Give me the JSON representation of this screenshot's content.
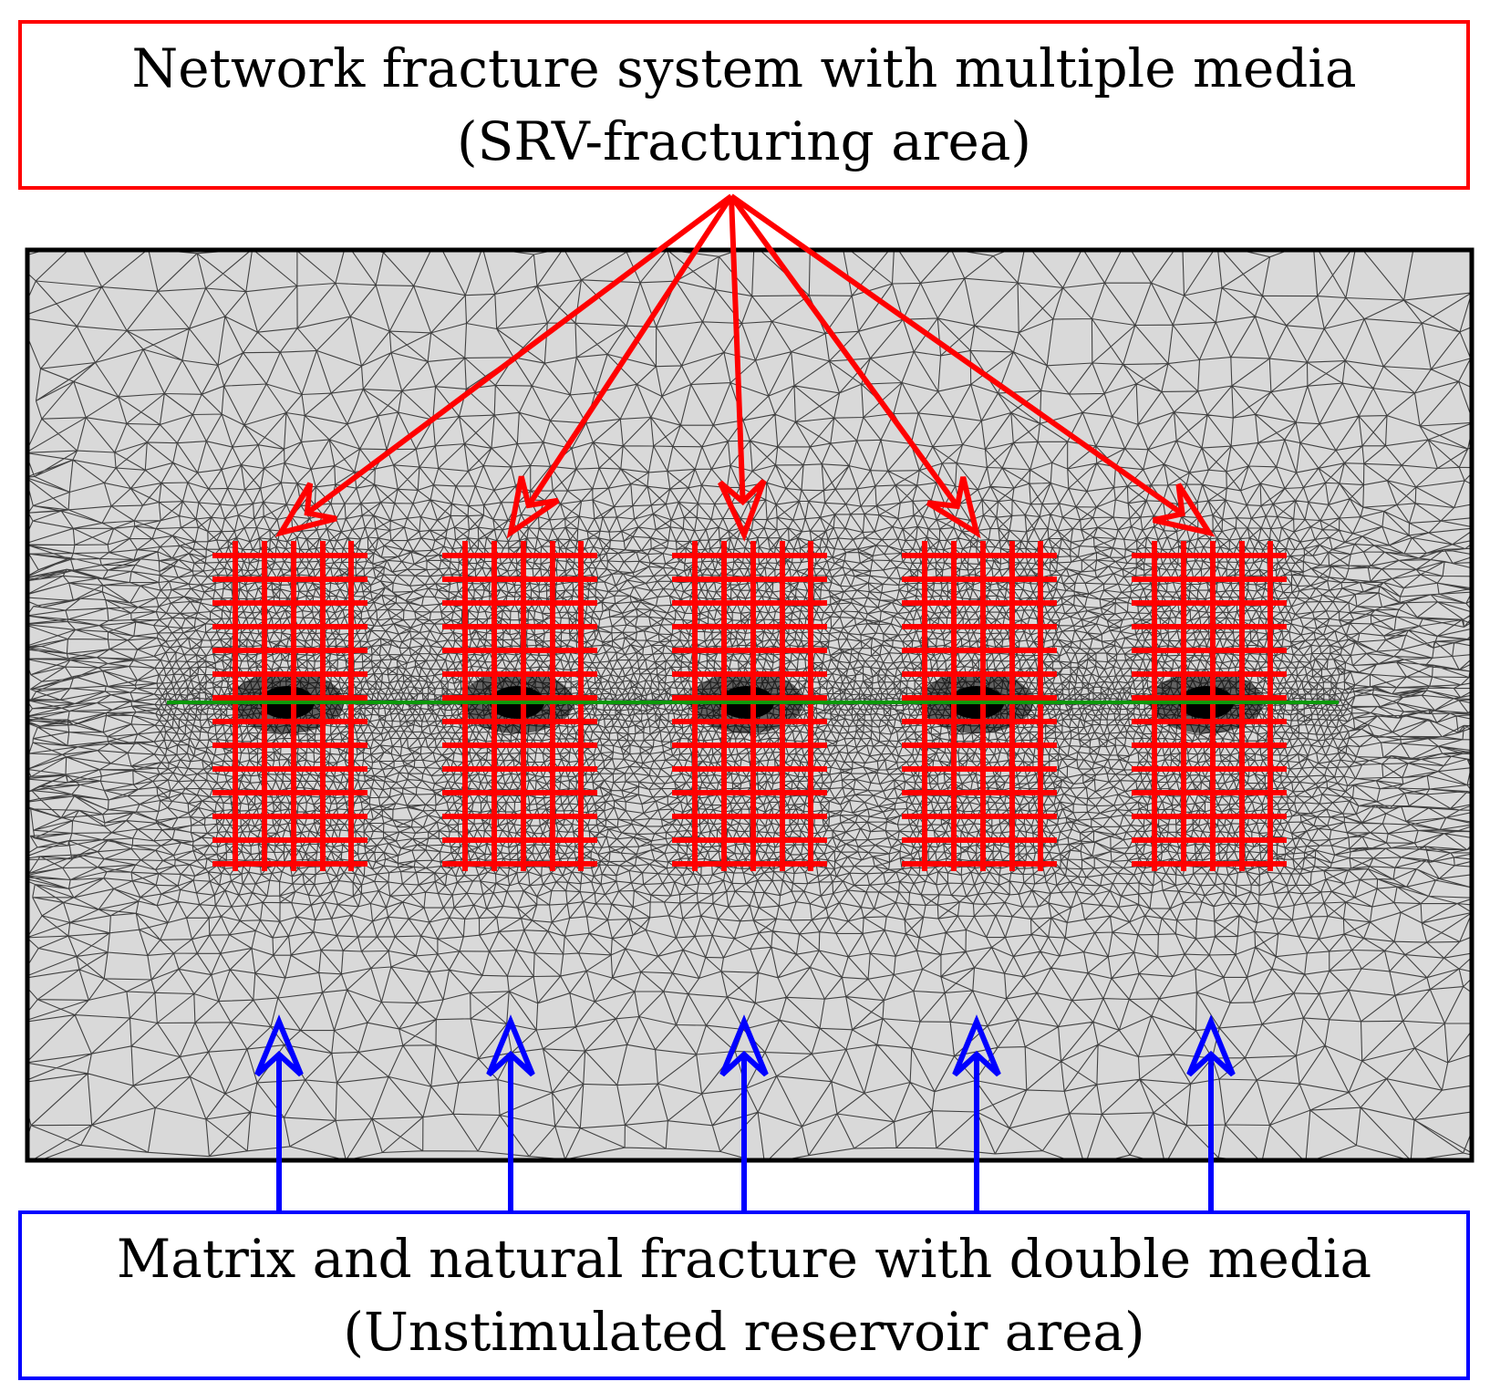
{
  "top_label": {
    "line1": "Network fracture system with multiple media",
    "line2": "(SRV-fracturing area)",
    "color": "#ff0000"
  },
  "bottom_label": {
    "line1": "Matrix and natural fracture with double media",
    "line2": "(Unstimulated reservoir area)",
    "color": "#0000ff"
  },
  "colors": {
    "mesh_background": "#d9d9d9",
    "mesh_lines": "#1a1a1a",
    "fracture_grid": "#ff0000",
    "wellbore": "#0a9a0a",
    "domain_border": "#000000"
  },
  "stimulated_regions_count": 5
}
